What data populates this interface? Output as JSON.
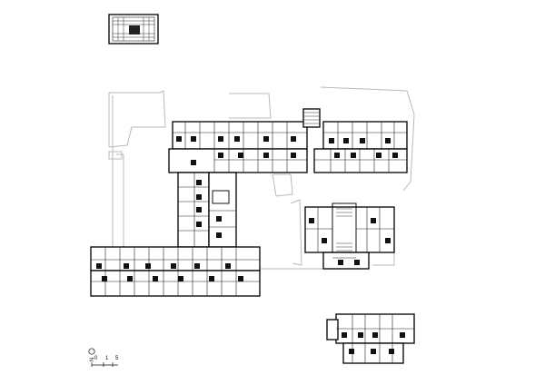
{
  "plan": {
    "north_marker": "N",
    "scale": {
      "ticks": [
        "0",
        "1",
        "5"
      ]
    }
  }
}
